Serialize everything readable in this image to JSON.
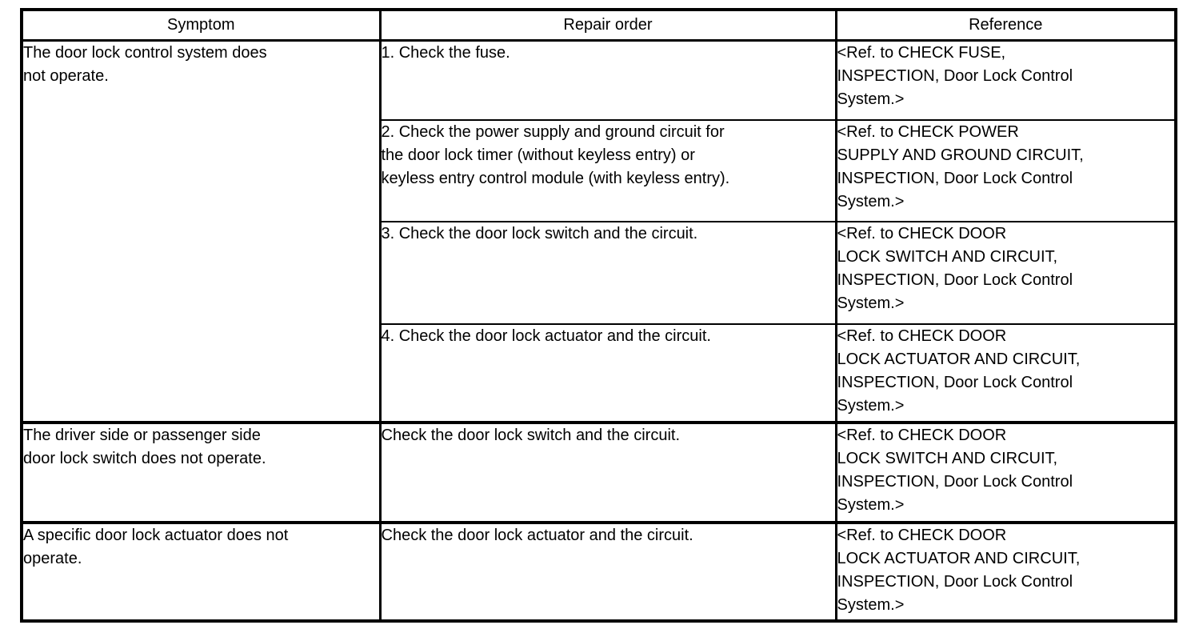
{
  "table": {
    "columns": [
      {
        "key": "symptom",
        "label": "Symptom"
      },
      {
        "key": "repair",
        "label": "Repair order"
      },
      {
        "key": "reference",
        "label": "Reference"
      }
    ],
    "groups": [
      {
        "symptom": "The door lock control system does\nnot operate.",
        "steps": [
          {
            "repair": "1. Check the fuse.",
            "reference": "<Ref. to CHECK FUSE,\nINSPECTION, Door Lock Control\nSystem.>"
          },
          {
            "repair": "2. Check the power supply and ground circuit for\nthe door lock timer (without keyless entry) or\nkeyless entry control module (with keyless entry).",
            "reference": "<Ref. to CHECK POWER\nSUPPLY AND GROUND CIRCUIT,\nINSPECTION, Door Lock Control\nSystem.>"
          },
          {
            "repair": "3. Check the door lock switch and the circuit.",
            "reference": "<Ref. to CHECK DOOR\nLOCK SWITCH AND CIRCUIT,\nINSPECTION, Door Lock Control\nSystem.>"
          },
          {
            "repair": "4. Check the door lock actuator and the circuit.",
            "reference": "<Ref. to CHECK DOOR\nLOCK ACTUATOR AND CIRCUIT,\nINSPECTION, Door Lock Control\nSystem.>"
          }
        ]
      },
      {
        "symptom": "The driver side or passenger side\ndoor lock switch does not operate.",
        "steps": [
          {
            "repair": "Check the door lock switch and the circuit.",
            "reference": "<Ref. to CHECK DOOR\nLOCK SWITCH AND CIRCUIT,\nINSPECTION, Door Lock Control\nSystem.>"
          }
        ]
      },
      {
        "symptom": "A specific door lock actuator does not\noperate.",
        "steps": [
          {
            "repair": "Check the door lock actuator and the circuit.",
            "reference": "<Ref. to CHECK DOOR\nLOCK ACTUATOR AND CIRCUIT,\nINSPECTION, Door Lock Control\nSystem.>"
          }
        ]
      }
    ]
  },
  "colors": {
    "border": "#000000",
    "text": "#000000",
    "background": "#ffffff"
  }
}
